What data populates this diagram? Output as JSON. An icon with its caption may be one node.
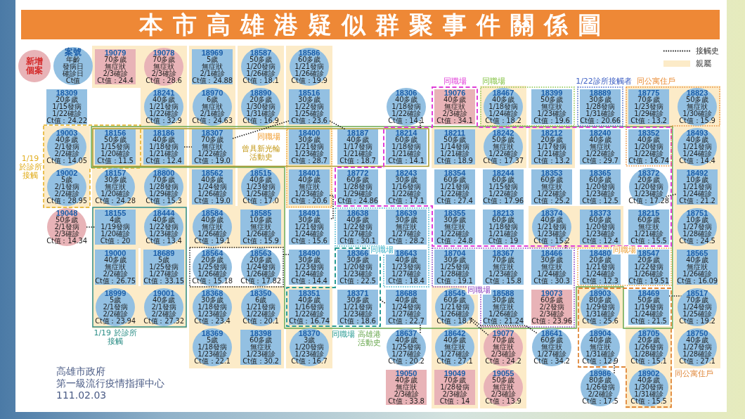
{
  "diagram": {
    "title": "本市高雄港疑似群聚事件關係圖",
    "nodes": [
      {
        "text": [
          "新增個案"
        ]
      },
      {
        "text": [
          "案號",
          "年齡",
          "發病日",
          "確診日",
          "Ct值"
        ]
      },
      {
        "text": [
          "1/19 於診所接觸"
        ]
      },
      {
        "text": [
          "同職場",
          "曾具新光輪活動史"
        ],
        "in": 5
      },
      {
        "text": [],
        "shape": "box",
        "in": 5
      },
      {
        "text": [
          "高雄港活動史"
        ]
      },
      {
        "text": [
          "同職場"
        ]
      },
      {
        "text": [
          "同職場"
        ]
      },
      {
        "text": [
          "1/22診所接觸者"
        ]
      },
      {
        "text": [
          "同公寓住戶"
        ]
      },
      {
        "text": [
          "同職場"
        ],
        "in": 5
      },
      {
        "text": [
          "同職場"
        ],
        "in": 5
      },
      {
        "text": [
          "同職場"
        ],
        "in": 5
      },
      {
        "text": [
          "同職場"
        ],
        "in": 5
      },
      {
        "text": [
          "同公寓住戶"
        ]
      },
      {
        "text": [
          "1/19 於診所接觸"
        ]
      },
      {
        "text": [],
        "shape": "box"
      },
      {
        "text": [
          "19079",
          "70多歲",
          "無症狀",
          "2/3確診",
          "Ct值：24.4"
        ]
      },
      {
        "text": [
          "19078",
          "70多歲",
          "無症狀",
          "2/3確診",
          "Ct值：28.6"
        ]
      },
      {
        "text": [
          "18969",
          "5歲",
          "無症狀",
          "2/1確診",
          "Ct值：24.88"
        ]
      },
      {
        "text": [
          "18587",
          "50多歲",
          "1/20發病",
          "1/26確診",
          "Ct值：18.1"
        ]
      },
      {
        "text": [
          "18586",
          "60多歲",
          "1/21發病",
          "1/26確診",
          "Ct值：19.9"
        ]
      },
      {
        "text": [
          "18309",
          "20多歲",
          "1/15發病",
          "1/22確診",
          "Ct值：24.22"
        ]
      },
      {
        "text": [
          "18241",
          "40多歲",
          "1/21發病",
          "1/22確診",
          "Ct值：32.9"
        ]
      },
      {
        "text": [
          "18970",
          "6歲",
          "無症狀",
          "2/1確診",
          "Ct值：24.63"
        ]
      },
      {
        "text": [
          "18890",
          "20多歲",
          "1/30發病",
          "1/31確診",
          "Ct值：16.9"
        ]
      },
      {
        "text": [
          "18516",
          "30多歲",
          "1/22發病",
          "1/25確診",
          "Ct值：23.6"
        ]
      },
      {
        "text": [
          "18306",
          "40多歲",
          "1/18發病",
          "1/22確診",
          "Ct值：14.1"
        ]
      },
      {
        "text": [
          "19076",
          "40多歲",
          "無症狀",
          "2/3確診",
          "Ct值：34.1"
        ],
        "in": 6
      },
      {
        "text": [
          "18467",
          "40多歲",
          "1/18發病",
          "1/24確診",
          "Ct值：18.2"
        ],
        "in": 7
      },
      {
        "text": [
          "18399",
          "50多歲",
          "無症狀",
          "1/23確診",
          "Ct值：19.6"
        ],
        "in": 7
      },
      {
        "text": [
          "18889",
          "30多歲",
          "1/28發病",
          "1/31確診",
          "Ct值：20.66"
        ],
        "in": 8
      },
      {
        "text": [
          "18775",
          "70多歲",
          "1/23發病",
          "1/29確診",
          "Ct值：13.2"
        ],
        "in": 9
      },
      {
        "text": [
          "18823",
          "50多歲",
          "無症狀",
          "1/30確診",
          "Ct值：15.9"
        ],
        "in": 9
      },
      {
        "text": [
          "19003",
          "40多歲",
          "2/1發病",
          "2/2確診",
          "Ct值：14.05"
        ],
        "in": 2
      },
      {
        "text": [
          "18156",
          "50多歲",
          "1/15發病",
          "1/20確診",
          "Ct值：11.5"
        ]
      },
      {
        "text": [
          "18186",
          "40多歲",
          "1/18發病",
          "1/21確診",
          "Ct值：12.4"
        ],
        "in": 3
      },
      {
        "text": [
          "18307",
          "70多歲",
          "無症狀",
          "1/22確診",
          "Ct值：19.0"
        ],
        "in": 3
      },
      {
        "text": [
          "18400",
          "30多歲",
          "1/21發病",
          "1/23確診",
          "Ct值：28.7"
        ]
      },
      {
        "text": [
          "18187",
          "40多歲",
          "1/17發病",
          "1/21確診",
          "Ct值：18.7"
        ],
        "in": 3
      },
      {
        "text": [
          "18214",
          "60多歲",
          "1/18發病",
          "1/21確診",
          "Ct值：14.1"
        ]
      },
      {
        "text": [
          "18211",
          "50多歲",
          "1/14發病",
          "1/21確診",
          "Ct值：18.9"
        ]
      },
      {
        "text": [
          "18242",
          "50多歲",
          "無症狀",
          "1/22確診",
          "Ct值：17.37"
        ]
      },
      {
        "text": [
          "18212",
          "20多歲",
          "1/17發病",
          "1/21確診",
          "Ct值：13.2"
        ]
      },
      {
        "text": [
          "18240",
          "40多歲",
          "無症狀",
          "1/22確診",
          "Ct值：29.7"
        ]
      },
      {
        "text": [
          "18352",
          "40多歲",
          "1/20發病",
          "1/22確診",
          "Ct值：16.74"
        ]
      },
      {
        "text": [
          "18493",
          "40多歲",
          "1/21發病",
          "1/24確診",
          "Ct值：14.4"
        ]
      },
      {
        "text": [
          "19002",
          "5歲",
          "2/1發病",
          "2/2確診",
          "Ct值：28.95"
        ],
        "in": 2
      },
      {
        "text": [
          "18157",
          "30多歲",
          "無症狀",
          "1/20確診",
          "Ct值：24.28"
        ]
      },
      {
        "text": [
          "18800",
          "70多歲",
          "1/28發病",
          "1/29確診",
          "Ct值：15.3"
        ]
      },
      {
        "text": [
          "18562",
          "40多歲",
          "1/24發病",
          "1/26確診",
          "Ct值：19.0"
        ]
      },
      {
        "text": [
          "18515",
          "40多歲",
          "1/23發病",
          "1/25確診",
          "Ct值：17.0"
        ]
      },
      {
        "text": [
          "18401",
          "40多歲",
          "無症狀",
          "1/23確診",
          "Ct值：20.6"
        ],
        "in": 4
      },
      {
        "text": [
          "18772",
          "60多歲",
          "1/28發病",
          "1/29確診",
          "Ct值：24.86"
        ]
      },
      {
        "text": [
          "18243",
          "30多歲",
          "1/16發病",
          "1/22確診",
          "Ct值：17.1"
        ]
      },
      {
        "text": [
          "18354",
          "60多歲",
          "1/21發病",
          "1/22確診",
          "Ct值：27.4"
        ]
      },
      {
        "text": [
          "18244",
          "60多歲",
          "1/15發病",
          "1/22確診",
          "Ct值：17.96"
        ]
      },
      {
        "text": [
          "18353",
          "60多歲",
          "無症狀",
          "1/22確診",
          "Ct值：25.2"
        ]
      },
      {
        "text": [
          "18365",
          "60多歲",
          "1/20發病",
          "1/23確診",
          "Ct值：12.5"
        ]
      },
      {
        "text": [
          "18372",
          "20多歲",
          "1/20發病",
          "1/23確診",
          "Ct值：17.28"
        ]
      },
      {
        "text": [
          "18492",
          "10多歲",
          "1/21發病",
          "1/24確診",
          "Ct值：21.2"
        ]
      },
      {
        "text": [
          "19048",
          "50多歲",
          "2/1發病",
          "2/3確診",
          "Ct值：14.34"
        ]
      },
      {
        "text": [
          "18155",
          "4歲",
          "1/19發病",
          "1/20確診",
          "Ct值：20"
        ],
        "in": 15
      },
      {
        "text": [
          "18444",
          "40多歲",
          "1/22發病",
          "1/23確診",
          "Ct值：13.4"
        ],
        "in": 15
      },
      {
        "text": [
          "18584",
          "40多歲",
          "無症狀",
          "1/26確診",
          "Ct值：19.1"
        ]
      },
      {
        "text": [
          "18585",
          "10多歲",
          "無症狀",
          "1/26確診",
          "Ct值：15.9"
        ]
      },
      {
        "text": [
          "18491",
          "30多歲",
          "1/21發病",
          "1/24確診",
          "Ct值：15.6"
        ],
        "in": 5
      },
      {
        "text": [
          "18638",
          "40多歲",
          "1/22發病",
          "1/27確診",
          "Ct值：30.1"
        ],
        "in": 10
      },
      {
        "text": [
          "18639",
          "30多歲",
          "無症狀",
          "1/27確診",
          "Ct值：28.2"
        ],
        "in": 10
      },
      {
        "text": [
          "18355",
          "30多歲",
          "無症狀",
          "1/22確診",
          "Ct值：24.8"
        ]
      },
      {
        "text": [
          "18213",
          "60多歲",
          "1/18發病",
          "1/21確診",
          "Ct值：19"
        ]
      },
      {
        "text": [
          "18374",
          "40多歲",
          "1/21發病",
          "1/23確診",
          "Ct值：15.2"
        ]
      },
      {
        "text": [
          "18373",
          "60多歲",
          "1/20發病",
          "1/23確診",
          "Ct值：12.4"
        ]
      },
      {
        "text": [
          "18215",
          "60多歲",
          "無症狀",
          "1/21確診",
          "Ct值：15.5"
        ]
      },
      {
        "text": [
          "18751",
          "10多歲",
          "1/27發病",
          "1/28確診",
          "Ct值：24.5"
        ]
      },
      {
        "text": [
          "19000",
          "40多歲",
          "無症狀",
          "2/2確診",
          "Ct值：26.75"
        ],
        "in": 15
      },
      {
        "text": [
          "18689",
          "5歲",
          "1/25發病",
          "1/27確診",
          "Ct值：33.15"
        ],
        "in": 15
      },
      {
        "text": [
          "18564",
          "20多歲",
          "1/25發病",
          "1/26確診",
          "Ct值：15.18"
        ],
        "in": 16
      },
      {
        "text": [
          "18563",
          "20多歲",
          "1/24發病",
          "1/26確診",
          "Ct值：17.82"
        ],
        "in": 16
      },
      {
        "text": [
          "18490",
          "30多歲",
          "1/23發病",
          "1/24確診",
          "Ct值：14.4"
        ],
        "in": 5
      },
      {
        "text": [
          "18366",
          "30多歲",
          "1/20發病",
          "1/23確診",
          "Ct值：22.5"
        ],
        "in": 11
      },
      {
        "text": [
          "18643",
          "40多歲",
          "1/23發病",
          "1/27確診",
          "Ct值：18.4"
        ],
        "in": 10
      },
      {
        "text": [
          "18704",
          "30多歲",
          "1/25發病",
          "1/28確診",
          "Ct值：19.1"
        ],
        "in": 12
      },
      {
        "text": [
          "18367",
          "70多歲",
          "無症狀",
          "1/23確診",
          "Ct值：15.8"
        ],
        "in": 12
      },
      {
        "text": [
          "18466",
          "30多歲",
          "無症狀",
          "1/24確診",
          "Ct值：30.3"
        ],
        "in": 12
      },
      {
        "text": [
          "18480",
          "20多歲",
          "1/21發病",
          "1/24確診",
          "Ct值：12.3"
        ],
        "in": 13
      },
      {
        "text": [
          "18547",
          "20多歲",
          "1/22發病",
          "1/26確診",
          "Ct值：19.51"
        ],
        "in": 13
      },
      {
        "text": [
          "18565",
          "40多歲",
          "無症狀",
          "1/26確診",
          "Ct值：16.09"
        ]
      },
      {
        "text": [
          "18999",
          "5歲",
          "2/1發病",
          "2/2確診",
          "Ct值：23.94"
        ],
        "in": 15
      },
      {
        "text": [
          "19001",
          "40多歲",
          "2/1發病",
          "2/2確診",
          "Ct值：27.32"
        ],
        "in": 15
      },
      {
        "text": [
          "18368",
          "30多歲",
          "1/18發病",
          "1/23確診",
          "Ct值：23.4"
        ]
      },
      {
        "text": [
          "18350",
          "6歲",
          "1/21發病",
          "1/22確診",
          "Ct值：20.1"
        ]
      },
      {
        "text": [
          "18351",
          "40多歲",
          "1/16發病",
          "1/22確診",
          "Ct值：16.74"
        ],
        "in": 11
      },
      {
        "text": [
          "18371",
          "30多歲",
          "1/21發病",
          "1/23確診",
          "Ct值：18.6"
        ],
        "in": 11
      },
      {
        "text": [
          "18688",
          "40多歲",
          "1/24發病",
          "1/27確診",
          "Ct值：22.7"
        ],
        "in": 5
      },
      {
        "text": [
          "18545",
          "60多歲",
          "1/21發病",
          "1/26確診",
          "Ct值：18.7"
        ],
        "in": 5
      },
      {
        "text": [
          "18588",
          "30多歲",
          "無症狀",
          "1/26確診",
          "Ct值：21.24"
        ],
        "in": 12
      },
      {
        "text": [
          "19073",
          "60多歲",
          "2/2發病",
          "2/3確診",
          "Ct值：23.96"
        ],
        "in": 12
      },
      {
        "text": [
          "18903",
          "80多歲",
          "1/29發病",
          "1/31確診",
          "Ct值：25.6"
        ],
        "in": 14
      },
      {
        "text": [
          "18469",
          "50多歲",
          "1/19發病",
          "1/24確診",
          "Ct值：21.5"
        ]
      },
      {
        "text": [
          "18517",
          "70多歲",
          "1/24發病",
          "1/25確診",
          "Ct值：19.2"
        ]
      },
      {
        "text": [
          "18369",
          "5歲",
          "1/18發病",
          "1/23確診",
          "Ct值：22.1"
        ]
      },
      {
        "text": [
          "18398",
          "60多歲",
          "無症狀",
          "1/23確診",
          "Ct值：30.2"
        ]
      },
      {
        "text": [
          "18370",
          "3歲",
          "1/20發病",
          "1/23確診",
          "Ct值：16.7"
        ]
      },
      {
        "text": [
          "18637",
          "40多歲",
          "1/25發病",
          "1/27確診",
          "Ct值：20.2"
        ]
      },
      {
        "text": [
          "18642",
          "40多歲",
          "無症狀",
          "1/27確診",
          "Ct值：27.1"
        ]
      },
      {
        "text": [
          "19077",
          "70多歲",
          "無症狀",
          "2/3確診",
          "Ct值：24.2"
        ]
      },
      {
        "text": [
          "18641",
          "60多歲",
          "無症狀",
          "1/27確診",
          "Ct值：34.2"
        ]
      },
      {
        "text": [
          "18904",
          "40多歲",
          "無症狀",
          "1/31確診",
          "Ct值：12.9"
        ],
        "in": 14
      },
      {
        "text": [
          "18705",
          "20多歲",
          "1/26發病",
          "1/28確診",
          "Ct值：15.1"
        ],
        "in": 14
      },
      {
        "text": [
          "18750",
          "40多歲",
          "1/27發病",
          "1/28確診",
          "Ct值：27.1"
        ]
      },
      {
        "text": [
          "19050",
          "40多歲",
          "無症狀",
          "2/3確診",
          "Ct值：33.8"
        ]
      },
      {
        "text": [
          "19049",
          "70多歲",
          "1/28發病",
          "2/3確診",
          "Ct值：14"
        ]
      },
      {
        "text": [
          "19055",
          "50多歲",
          "無症狀",
          "2/3確診",
          "Ct值：13.9"
        ]
      },
      {
        "text": [
          "18986",
          "80多歲",
          "1/26發病",
          "2/2確診",
          "Ct值：17.5"
        ]
      },
      {
        "text": [
          "18902",
          "40多歲",
          "1/30發病",
          "1/31確診",
          "Ct值：15.5"
        ],
        "in": 14
      }
    ],
    "edges": [
      {
        "from": 36,
        "to": 37,
        "arrow": "none"
      },
      {
        "from": 37,
        "to": 26,
        "arrow": "none"
      },
      {
        "from": 26,
        "to": 39,
        "arrow": "none"
      },
      {
        "from": 27,
        "to": 40,
        "arrow": "none"
      },
      {
        "from": 61,
        "to": 62,
        "arrow": "none"
      },
      {
        "from": 52,
        "to": 66,
        "arrow": "none"
      },
      {
        "from": 16,
        "to": 79,
        "arrow": "none"
      },
      {
        "from": 11,
        "to": 94,
        "arrow": "none"
      },
      {
        "from": 94,
        "to": 104,
        "arrow": "none"
      },
      {
        "from": 95,
        "to": 106,
        "arrow": "none"
      },
      {
        "from": 95,
        "to": 107,
        "arrow": "none"
      },
      {
        "from": 71,
        "to": 84,
        "arrow": "none"
      },
      {
        "from": 59,
        "to": 60,
        "arrow": "none"
      },
      {
        "from": 99,
        "to": 100,
        "arrow": "none"
      },
      {
        "from": 108,
        "to": 114,
        "arrow": "none"
      }
    ],
    "labels": [
      "高雄市政府",
      "第一級流行疫情指揮中心",
      "111.02.03"
    ],
    "legend": [
      {
        "text": "接觸史"
      },
      {
        "text": "親屬",
        "color": "#fcebc8"
      }
    ]
  }
}
